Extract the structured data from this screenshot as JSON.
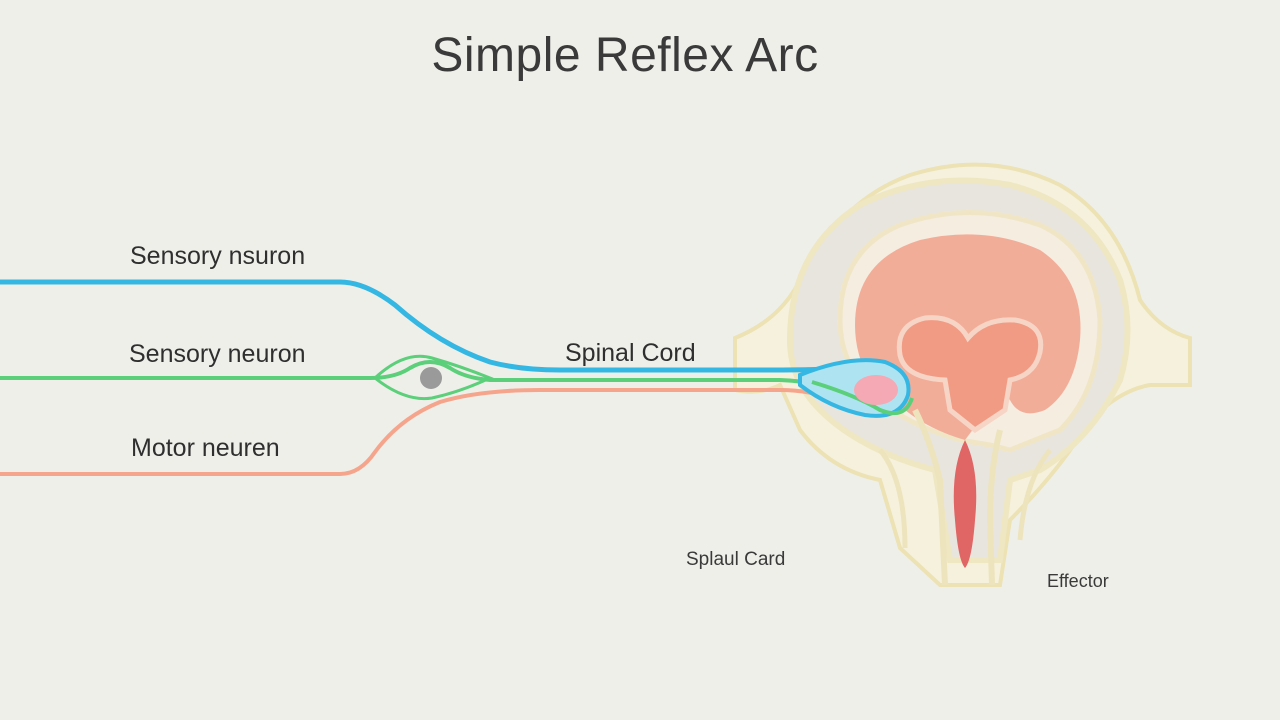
{
  "title": "Simple Reflex Arc",
  "labels": {
    "sensory_top": "Sensory nsuron",
    "sensory_mid": "Sensory neuron",
    "motor": "Motor neuren",
    "spinal_cord": "Spinal Cord",
    "spinal_cord_small": "Splaul Card",
    "effector": "Effector"
  },
  "colors": {
    "background": "#efefea",
    "sensory_top_line": "#35b7e3",
    "sensory_mid_line": "#5ccf7a",
    "motor_line": "#f5a58c",
    "cord_outline": "#ece3b8",
    "cord_fill": "#f7f2df",
    "grey_matter": "#f0a796",
    "central_canal": "#e06565"
  }
}
